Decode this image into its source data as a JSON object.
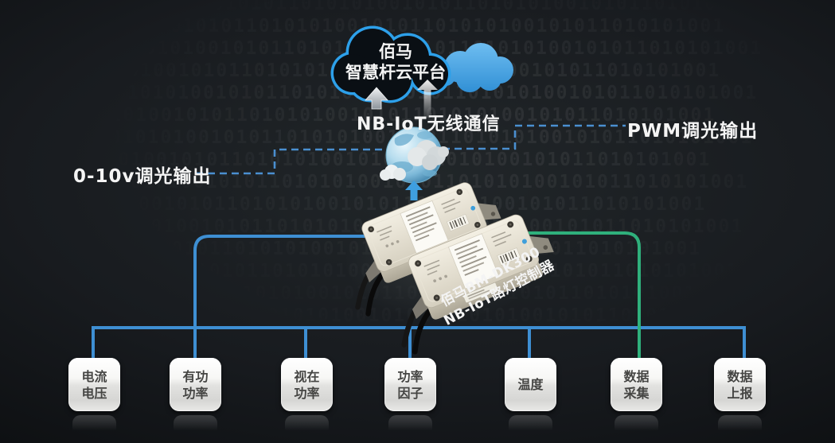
{
  "background": {
    "pattern": "1010100101011010101001010110101010010101101010100101011010101001",
    "rows": 15
  },
  "cloud_platform": {
    "line1": "佰马",
    "line2": "智慧杆云平台"
  },
  "labels": {
    "nb_iot": "NB-IoT无线通信",
    "dim_0_10v": "0-10v调光输出",
    "dim_pwm": "PWM调光输出",
    "device_line1": "佰马BM-DK300",
    "device_line2": "NB-IoT路灯控制器"
  },
  "colors": {
    "line_blue": "#3e8fd3",
    "line_green": "#2fb07c",
    "dash_blue": "#4a8fd0",
    "cloud_outline_blue": "#2da0ea",
    "cloud_solid_blue": "#3f9ee2",
    "box_text": "#454543"
  },
  "nodes": [
    {
      "id": "current-voltage",
      "lines": [
        "电流",
        "电压"
      ]
    },
    {
      "id": "active-power",
      "lines": [
        "有功",
        "功率"
      ]
    },
    {
      "id": "apparent-power",
      "lines": [
        "视在",
        "功率"
      ]
    },
    {
      "id": "power-factor",
      "lines": [
        "功率",
        "因子"
      ]
    },
    {
      "id": "temperature",
      "lines": [
        "温度"
      ]
    },
    {
      "id": "data-collection",
      "lines": [
        "数据",
        "采集"
      ]
    },
    {
      "id": "data-report",
      "lines": [
        "数据",
        "上报"
      ]
    }
  ]
}
